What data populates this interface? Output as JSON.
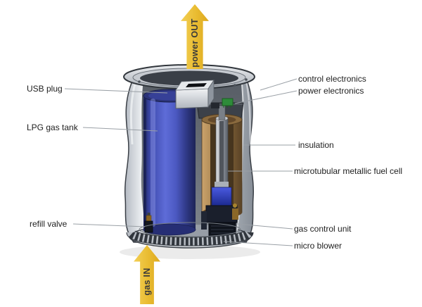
{
  "arrows": {
    "power_out": "power OUT",
    "gas_in": "gas IN"
  },
  "labels": {
    "left": [
      {
        "id": "usb-plug",
        "text": "USB plug"
      },
      {
        "id": "lpg-gas-tank",
        "text": "LPG gas tank"
      },
      {
        "id": "refill-valve",
        "text": "refill valve"
      }
    ],
    "right": [
      {
        "id": "control-electronics",
        "text": "control electronics"
      },
      {
        "id": "power-electronics",
        "text": "power electronics"
      },
      {
        "id": "insulation",
        "text": "insulation"
      },
      {
        "id": "fuel-cell",
        "text": "microtubular metallic fuel cell"
      },
      {
        "id": "gas-control-unit",
        "text": "gas control unit"
      },
      {
        "id": "micro-blower",
        "text": "micro blower"
      }
    ]
  },
  "colors": {
    "background": "#ffffff",
    "arrow_yellow": "#e9bc31",
    "arrow_text": "#3a3a3a",
    "label_text": "#1e1e1e",
    "leader_line": "#9aa0a6",
    "tank_blue": "#4a57c0",
    "insulation_tan": "#9a7848",
    "shell_gray": "#c8ccd2",
    "chip_green": "#2e8b3a"
  }
}
